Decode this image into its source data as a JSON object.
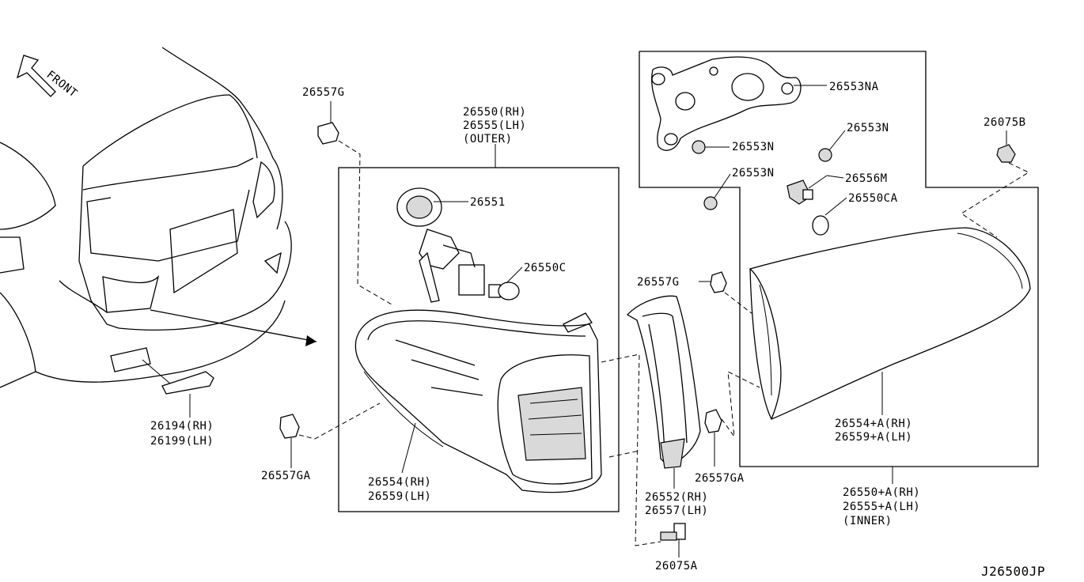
{
  "front_label": "FRONT",
  "labels": {
    "p26557G_top": "26557G",
    "p26550_rh": "26550(RH)",
    "p26555_lh": "26555(LH)",
    "p_outer": "(OUTER)",
    "p26551": "26551",
    "p26550C": "26550C",
    "p26554_rh": "26554(RH)",
    "p26559_lh": "26559(LH)",
    "p26194_rh": "26194(RH)",
    "p26199_lh": "26199(LH)",
    "p26557GA_left": "26557GA",
    "p26557G_mid": "26557G",
    "p26552_rh": "26552(RH)",
    "p26557_lh": "26557(LH)",
    "p26557GA_mid": "26557GA",
    "p26075A": "26075A",
    "p26553NA": "26553NA",
    "p26553N_a": "26553N",
    "p26553N_b": "26553N",
    "p26553N_c": "26553N",
    "p26556M": "26556M",
    "p26550CA": "26550CA",
    "p26075B": "26075B",
    "p26554A_rh": "26554+A(RH)",
    "p26559A_lh": "26559+A(LH)",
    "p26550A_rh": "26550+A(RH)",
    "p26555A_lh": "26555+A(LH)",
    "p_inner": "(INNER)",
    "diagram_code": "J26500JP"
  }
}
